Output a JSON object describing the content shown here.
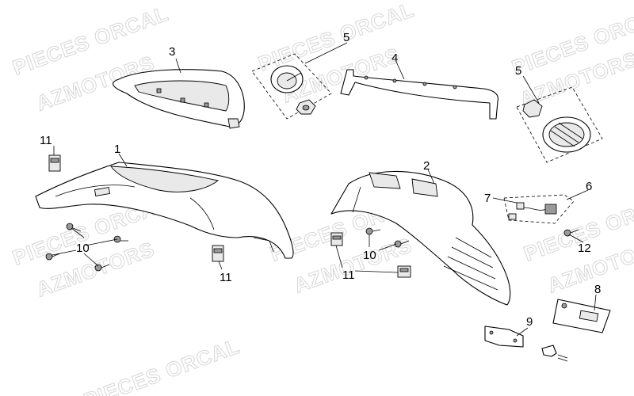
{
  "watermark": {
    "line_a": "PIECES ORCAL",
    "line_b": "AZMOTORS"
  },
  "callouts": {
    "c1": "1",
    "c2": "2",
    "c3": "3",
    "c4": "4",
    "c5a": "5",
    "c5b": "5",
    "c6": "6",
    "c7": "7",
    "c8": "8",
    "c9": "9",
    "c10a": "10",
    "c10b": "10",
    "c11a": "11",
    "c11b": "11",
    "c11c": "11",
    "c12": "12"
  }
}
